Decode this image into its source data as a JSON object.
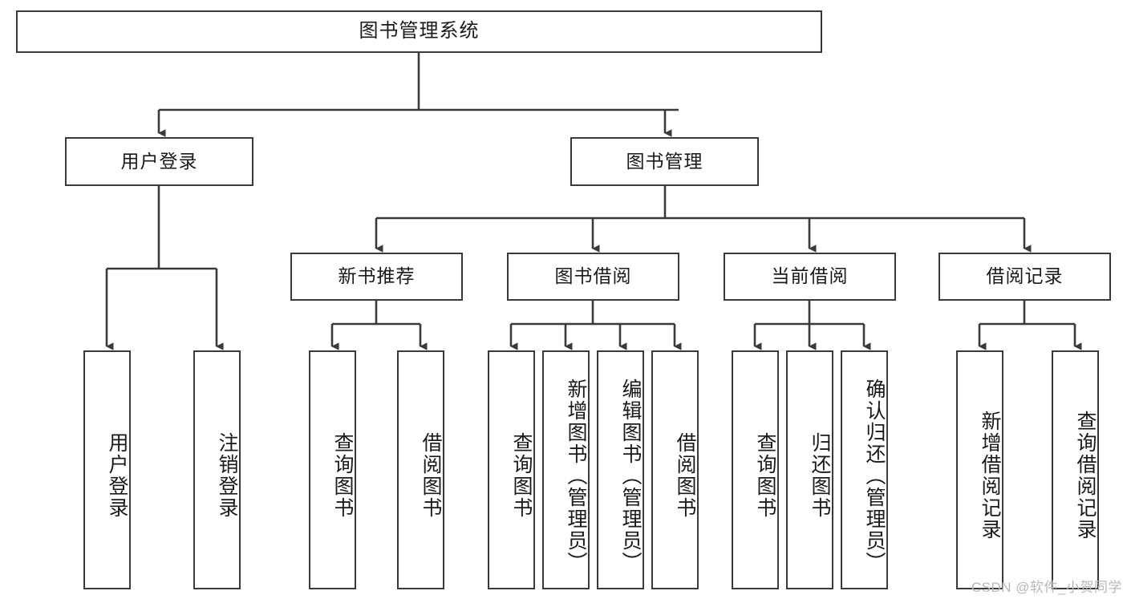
{
  "diagram": {
    "title": "图书管理系统",
    "watermark": "CSDN @软件_小贺同学",
    "colors": {
      "stroke": "#3a3a3a",
      "fill": "#ffffff",
      "text": "#1a1a1a",
      "watermark": "#b8b8b8"
    },
    "levels": {
      "root": {
        "label": "图书管理系统"
      },
      "level2": [
        {
          "label": "用户登录"
        },
        {
          "label": "图书管理"
        }
      ],
      "level3": [
        {
          "label": "新书推荐"
        },
        {
          "label": "图书借阅"
        },
        {
          "label": "当前借阅"
        },
        {
          "label": "借阅记录"
        }
      ],
      "leaves": [
        {
          "label": "用户登录",
          "parent": "用户登录"
        },
        {
          "label": "注销登录",
          "parent": "用户登录"
        },
        {
          "label": "查询图书",
          "parent": "新书推荐"
        },
        {
          "label": "借阅图书",
          "parent": "新书推荐"
        },
        {
          "label": "查询图书",
          "parent": "图书借阅"
        },
        {
          "label": "新增图书（管理员）",
          "parent": "图书借阅"
        },
        {
          "label": "编辑图书（管理员）",
          "parent": "图书借阅"
        },
        {
          "label": "借阅图书",
          "parent": "图书借阅"
        },
        {
          "label": "查询图书",
          "parent": "当前借阅"
        },
        {
          "label": "归还图书",
          "parent": "当前借阅"
        },
        {
          "label": "确认归还（管理员）",
          "parent": "当前借阅"
        },
        {
          "label": "新增借阅记录",
          "parent": "借阅记录"
        },
        {
          "label": "查询借阅记录",
          "parent": "借阅记录"
        }
      ]
    }
  }
}
